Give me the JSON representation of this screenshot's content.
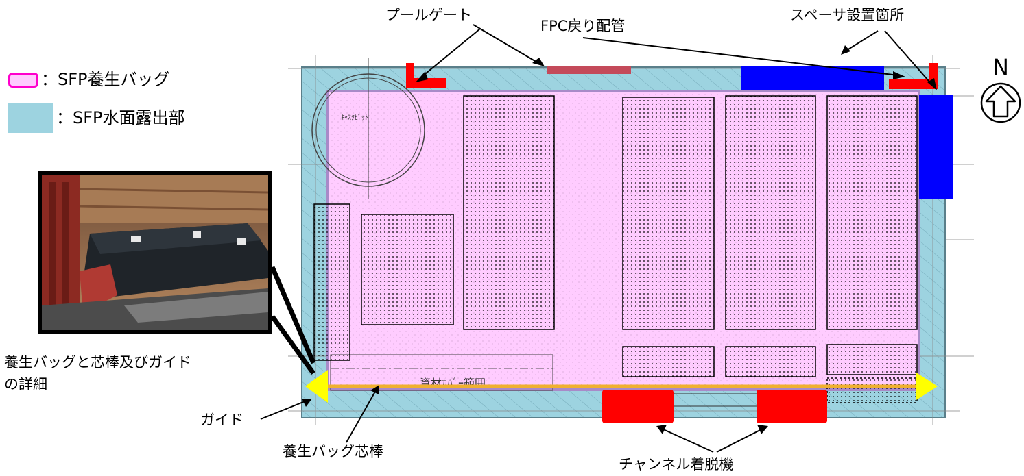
{
  "legend": {
    "bag_label": "：SFP養生バッグ",
    "water_label": "：SFP水面露出部",
    "bag_color": "#ffccff",
    "bag_border": "#ff00cc",
    "water_color": "#9dd3e0"
  },
  "labels": {
    "pool_gate": "プールゲート",
    "fpc_return": "FPC戻り配管",
    "spacer": "スペーサ設置箇所",
    "north": "N",
    "photo_caption_line1": "養生バッグと芯棒及びガイド",
    "photo_caption_line2": "の詳細",
    "guide": "ガイド",
    "bag_core": "養生バッグ芯棒",
    "channel": "チャンネル着脱機",
    "cask_pit": "ｷｬｽｸﾋﾟｯﾄ",
    "material_area": "資材ｶﾊﾞｰ範囲"
  },
  "colors": {
    "pool_gate": "#ff0000",
    "spacer": "#0000ff",
    "channel": "#ff0000",
    "guide": "#ffff00",
    "core_rod": "#f0b030"
  },
  "icons": {
    "north": "north-arrow-icon",
    "photo": "bag-photo"
  }
}
